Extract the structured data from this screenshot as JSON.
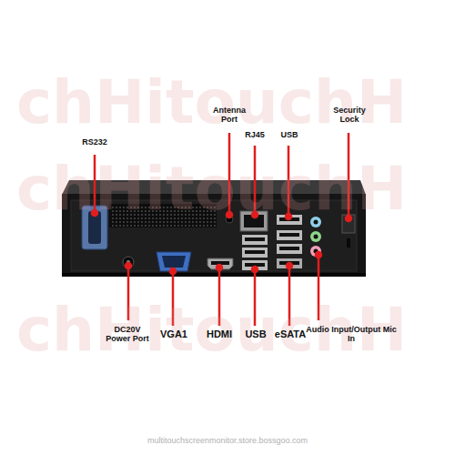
{
  "diagram": {
    "labels": [
      "chHitouchH",
      "chHitouchH",
      "chHitouchH",
      "RS232",
      "Antenna Port",
      "RJ45",
      "USB",
      "Security Lock",
      "DC20V Power Port",
      "VGA1",
      "HDMI",
      "USB",
      "eSATA",
      "Audio Input/Output Mic In",
      "multitouchscreenmonitor.store.bossgoo.com"
    ]
  }
}
